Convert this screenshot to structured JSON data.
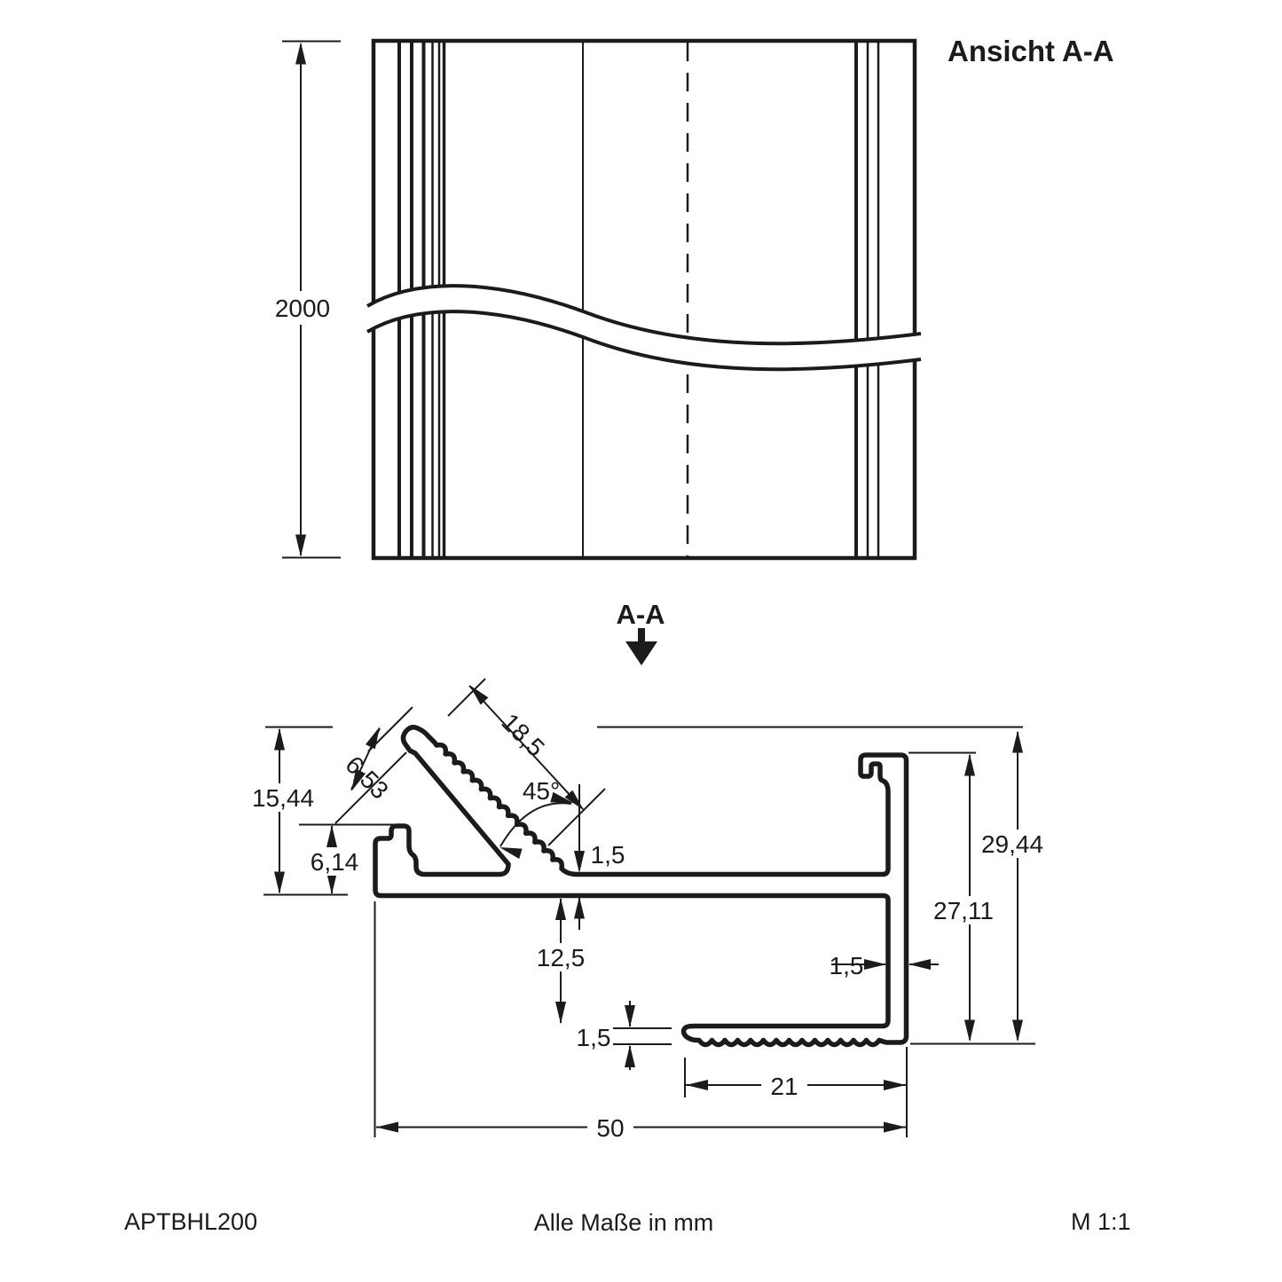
{
  "title": "Ansicht A-A",
  "section_marker": {
    "label": "A-A"
  },
  "top_view": {
    "length": "2000"
  },
  "cross_section": {
    "dims": {
      "flange_length": "18,5",
      "channel_width": "6,53",
      "angle": "45°",
      "left_height": "15,44",
      "hook_height": "6,14",
      "base_thickness": "1,5",
      "inner_height": "12,5",
      "bottom_flange_thickness": "1,5",
      "wall_thickness": "1,5",
      "total_height": "29,44",
      "wall_height": "27,11",
      "bottom_flange_width": "21",
      "total_width": "50"
    }
  },
  "footer": {
    "article_number": "APTBHL200",
    "units_note": "Alle Maße in mm",
    "scale": "M 1:1"
  },
  "colors": {
    "line": "#1b1b1b",
    "background": "#ffffff"
  }
}
